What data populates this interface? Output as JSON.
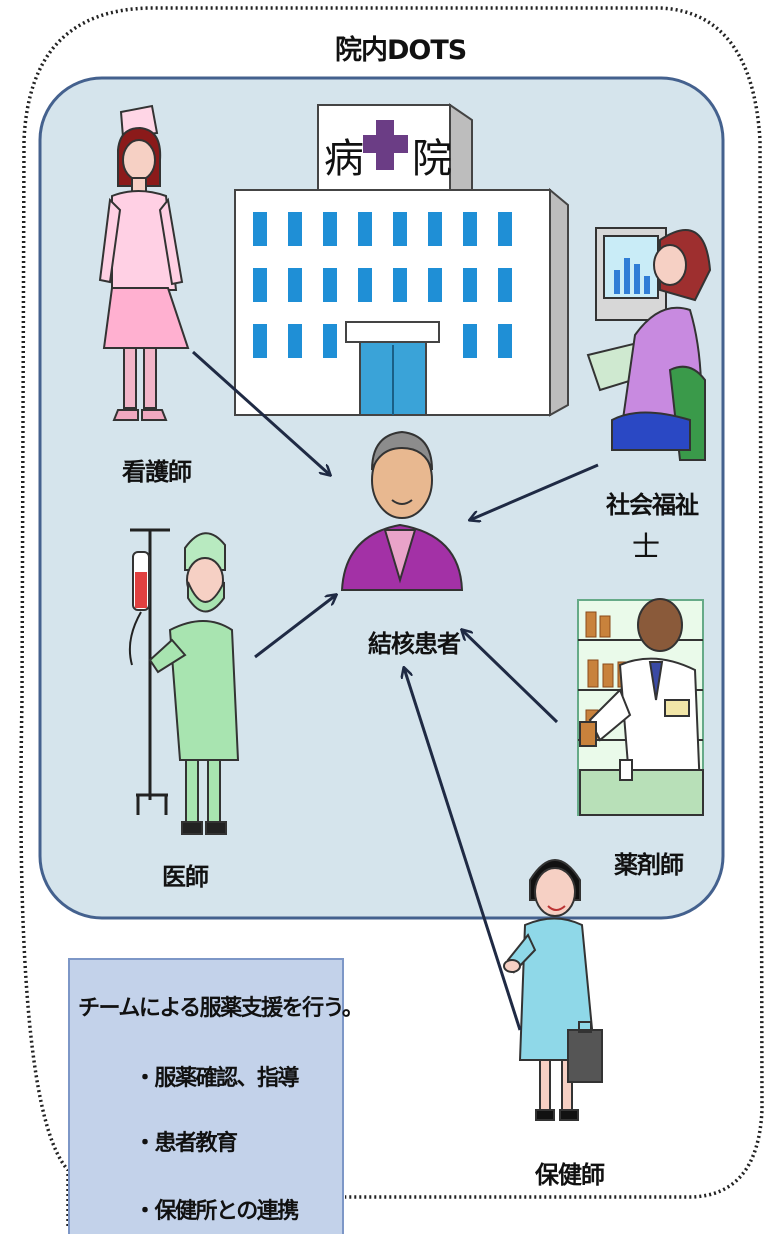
{
  "title": "院内DOTS",
  "hospital_sign": {
    "left": "病",
    "right": "院"
  },
  "roles": {
    "nurse": "看護師",
    "social_worker_line1": "社会福祉",
    "social_worker_line2": "士",
    "patient": "結核患者",
    "doctor": "医師",
    "pharmacist": "薬剤師",
    "public_health_nurse": "保健師"
  },
  "tasks": {
    "heading": "チームによる服薬支援を行う。",
    "items": [
      "・服薬確認、指導",
      "・患者教育",
      "・保健所との連携"
    ]
  },
  "colors": {
    "inner_panel": "#d5e4ec",
    "inner_border": "#44618e",
    "task_box": "#c3d2ea",
    "arrow": "#1f2a44"
  }
}
